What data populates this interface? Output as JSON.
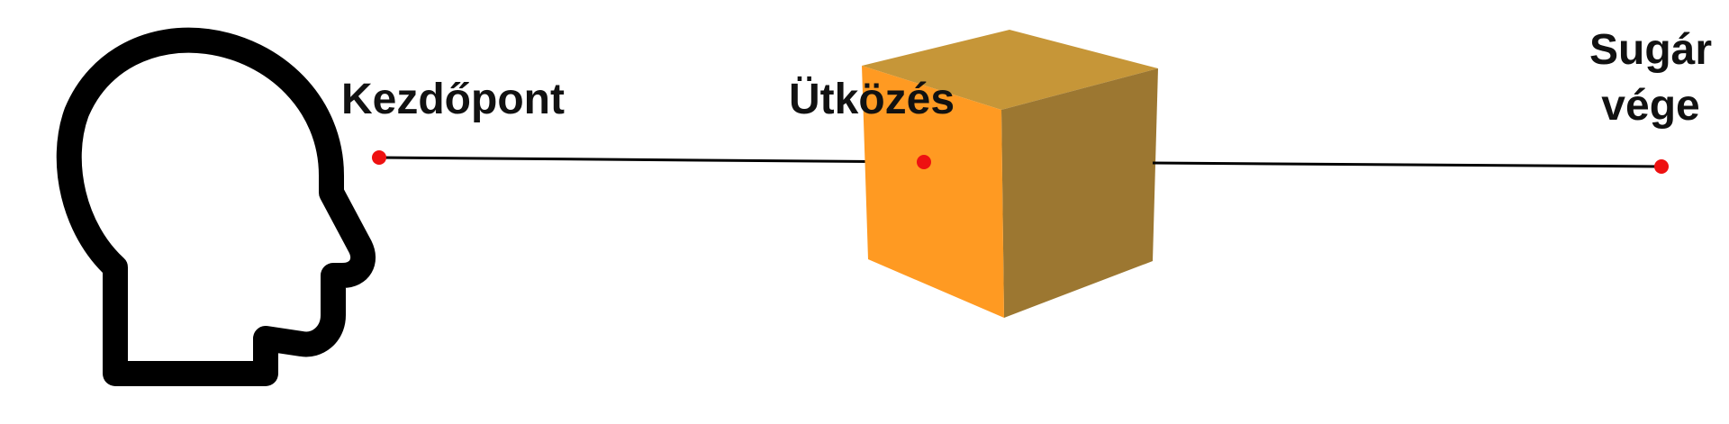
{
  "labels": {
    "start": "Kezdőpont",
    "hit": "Ütközés",
    "end_line1": "Sugár",
    "end_line2": "vége"
  },
  "icons": {
    "viewer": "head-profile-icon",
    "obstacle": "cube-icon"
  },
  "colors": {
    "ray": "#000000",
    "point": "#ee1111",
    "head_stroke": "#000000",
    "cube_front": "#ff9a22",
    "cube_side": "#9c7731",
    "cube_top": "#c69638",
    "text": "#111111"
  }
}
